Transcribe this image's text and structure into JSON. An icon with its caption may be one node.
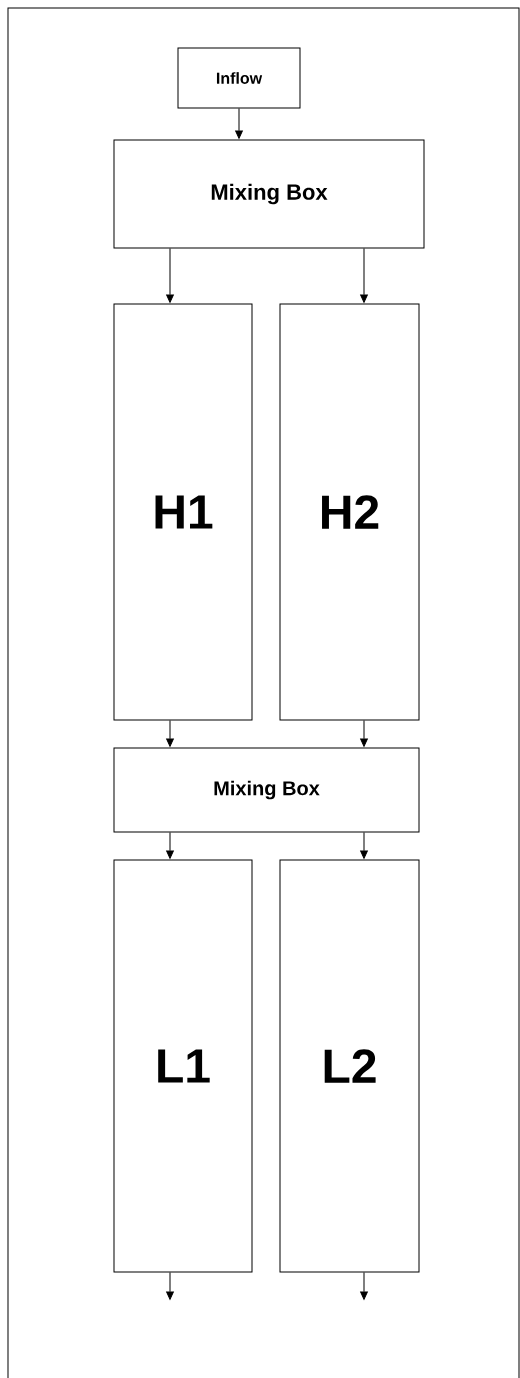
{
  "diagram": {
    "nodes": [
      {
        "text": [
          "Inflow"
        ]
      },
      {
        "text": [
          "Mixing Box"
        ]
      },
      {
        "text": [
          "H1"
        ]
      },
      {
        "text": [
          "H2"
        ]
      },
      {
        "text": [
          "Mixing Box"
        ]
      },
      {
        "text": [
          "L1"
        ]
      },
      {
        "text": [
          "L2"
        ]
      }
    ],
    "edges": [
      {
        "from": 0,
        "to": 1,
        "arrow": "to"
      },
      {
        "from": 1,
        "to": 2,
        "arrow": "to"
      },
      {
        "from": 1,
        "to": 3,
        "arrow": "to"
      },
      {
        "from": 2,
        "to": 4,
        "arrow": "to"
      },
      {
        "from": 3,
        "to": 4,
        "arrow": "to"
      },
      {
        "from": 4,
        "to": 5,
        "arrow": "to"
      },
      {
        "from": 4,
        "to": 6,
        "arrow": "to"
      },
      {
        "from": 5,
        "to": null,
        "arrow": "to"
      },
      {
        "from": 6,
        "to": null,
        "arrow": "to"
      }
    ]
  }
}
